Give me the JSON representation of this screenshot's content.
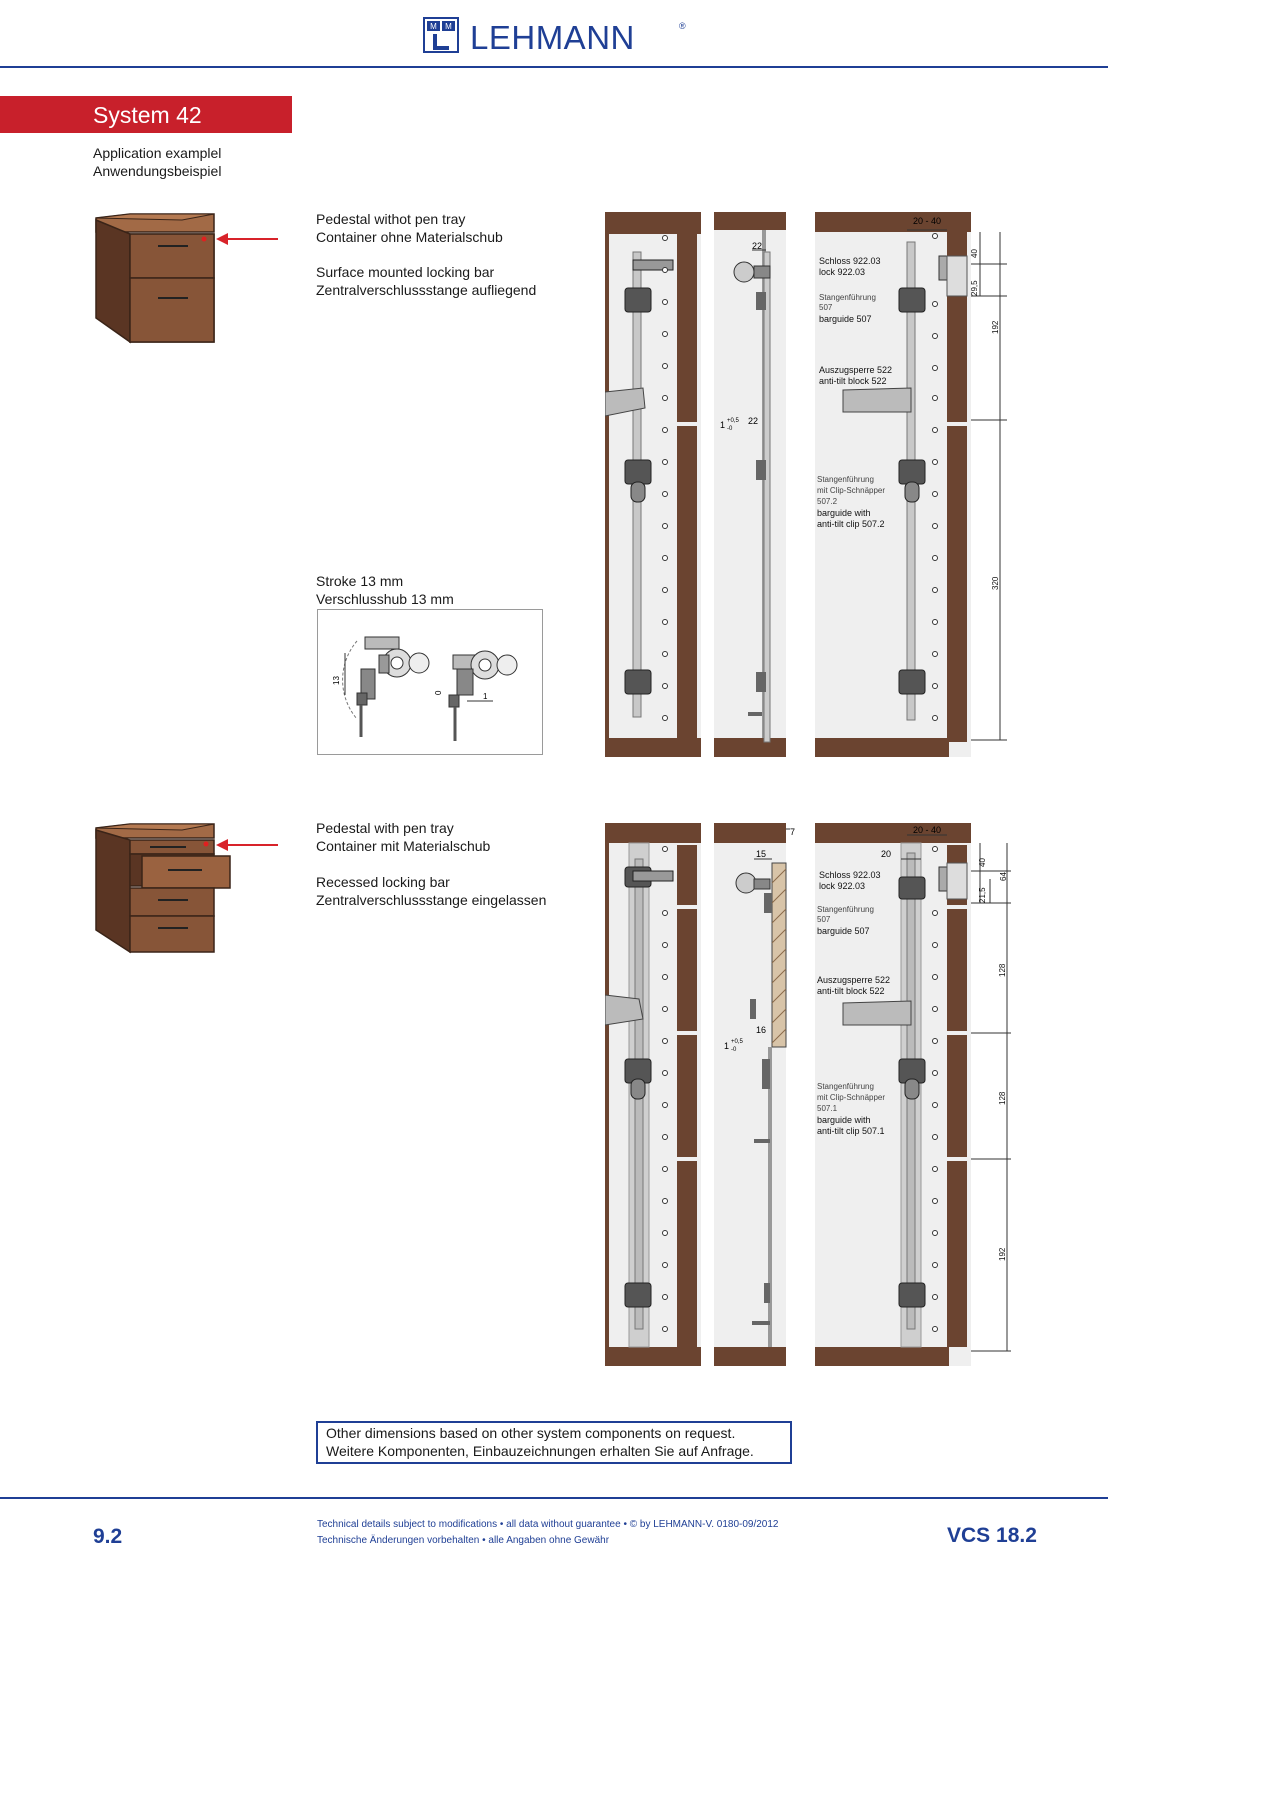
{
  "header": {
    "brand": "LEHMANN",
    "registered": "®",
    "logo_mark_letters": "MML"
  },
  "section": {
    "title": "System 42",
    "subtitle_en": "Application examplel",
    "subtitle_de": "Anwendungsbeispiel"
  },
  "example1": {
    "title_en": "Pedestal withot pen tray",
    "title_de": "Container ohne Materialschub",
    "bar_en": "Surface mounted locking bar",
    "bar_de": "Zentralverschlussstange aufliegend",
    "stroke_en": "Stroke 13 mm",
    "stroke_de": "Verschlusshub 13 mm",
    "stroke_dims": {
      "d13": "13",
      "d0": "0",
      "d1": "1"
    },
    "side_dims": {
      "d22a": "22",
      "d22b": "22",
      "d1": "1",
      "tol_plus": "+0,5",
      "tol_minus": "-0"
    },
    "front": {
      "top_dim": "20 - 40",
      "lock_de": "Schloss 922.03",
      "lock_en": "lock 922.03",
      "guide_de": "Stangenführung",
      "guide_num": "507",
      "guide_en": "barguide 507",
      "block_de": "Auszugsperre 522",
      "block_en": "anti-tilt block 522",
      "clip_de1": "Stangenführung",
      "clip_de2": "mit Clip-Schnäpper",
      "clip_num": "507.2",
      "clip_en1": "barguide with",
      "clip_en2": "anti-tilt clip 507.2",
      "dims": [
        "40",
        "29,5",
        "192",
        "320"
      ]
    }
  },
  "example2": {
    "title_en": "Pedestal with pen tray",
    "title_de": "Container mit Materialschub",
    "bar_en": "Recessed locking bar",
    "bar_de": "Zentralverschlussstange eingelassen",
    "side_dims": {
      "d7": "7",
      "d15": "15",
      "d16": "16",
      "d1": "1",
      "tol_plus": "+0,5",
      "tol_minus": "-0"
    },
    "front": {
      "top_dim": "20 - 40",
      "d20": "20",
      "lock_de": "Schloss 922.03",
      "lock_en": "lock 922.03",
      "guide_de": "Stangenführung",
      "guide_num": "507",
      "guide_en": "barguide 507",
      "block_de": "Auszugsperre 522",
      "block_en": "anti-tilt block 522",
      "clip_de1": "Stangenführung",
      "clip_de2": "mit Clip-Schnäpper",
      "clip_num": "507.1",
      "clip_en1": "barguide with",
      "clip_en2": "anti-tilt clip 507.1",
      "dims": [
        "40",
        "64",
        "21,5",
        "128",
        "128",
        "192"
      ]
    }
  },
  "note": {
    "line1": "Other dimensions based on other system components on request.",
    "line2": "Weitere Komponenten, Einbauzeichnungen erhalten Sie auf Anfrage."
  },
  "footer": {
    "page": "9.2",
    "line1": "Technical details subject to modifications • all data without guarantee • © by LEHMANN-V. 0180-09/2012",
    "line2": "Technische Änderungen vorbehalten • alle Angaben ohne Gewähr",
    "code": "VCS 18.2"
  },
  "colors": {
    "brand_blue": "#1f3f95",
    "banner_red": "#c8202b",
    "wood": "#6b4430",
    "arrow": "#d8232a"
  }
}
